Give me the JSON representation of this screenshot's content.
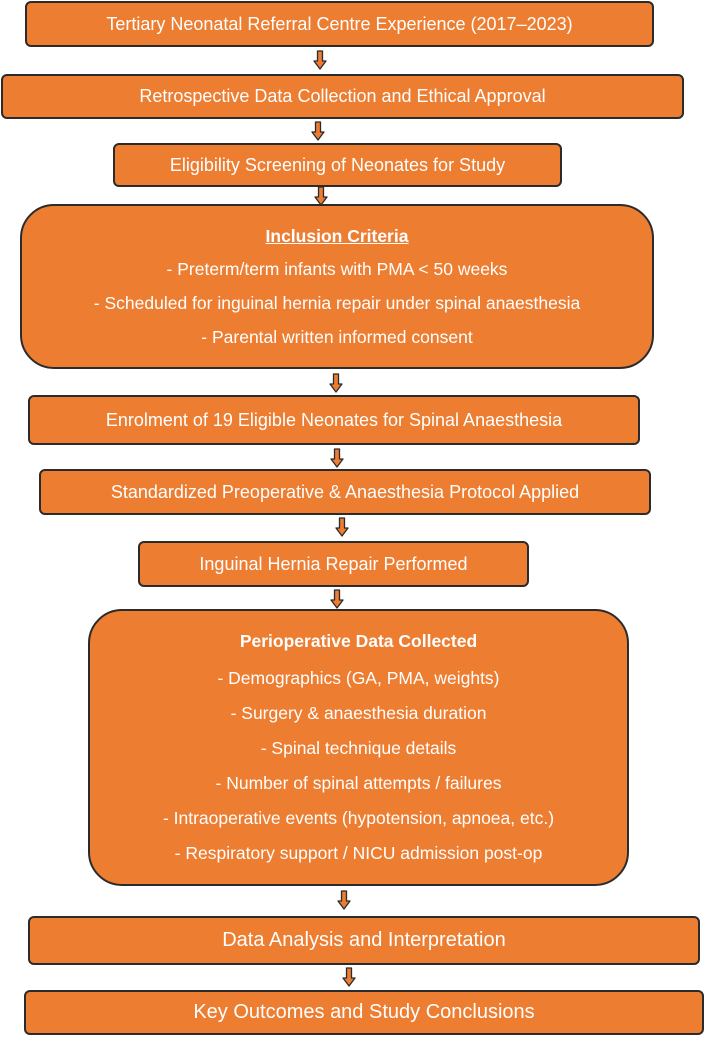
{
  "flow": {
    "step1": "Tertiary Neonatal Referral Centre Experience (2017–2023)",
    "step2": "Retrospective Data Collection and Ethical Approval",
    "step3": "Eligibility Screening of Neonates for Study",
    "inclusion": {
      "title": "Inclusion Criteria",
      "items": [
        "- Preterm/term infants with PMA < 50 weeks",
        "- Scheduled for inguinal hernia repair under spinal anaesthesia",
        "- Parental written informed consent"
      ]
    },
    "step5": "Enrolment of 19 Eligible Neonates for Spinal Anaesthesia",
    "step6": "Standardized Preoperative & Anaesthesia Protocol Applied",
    "step7": "Inguinal Hernia Repair Performed",
    "perioperative": {
      "title": "Perioperative Data Collected",
      "items": [
        "- Demographics (GA, PMA, weights)",
        "- Surgery & anaesthesia duration",
        "- Spinal technique details",
        "- Number of spinal attempts / failures",
        "- Intraoperative events (hypotension, apnoea, etc.)",
        "- Respiratory support / NICU admission post-op"
      ]
    },
    "step9": "Data Analysis and Interpretation",
    "step10": "Key Outcomes and Study Conclusions"
  },
  "colors": {
    "box_fill": "#ED7D31",
    "border": "#2b2b2b",
    "text": "#ffffff"
  }
}
